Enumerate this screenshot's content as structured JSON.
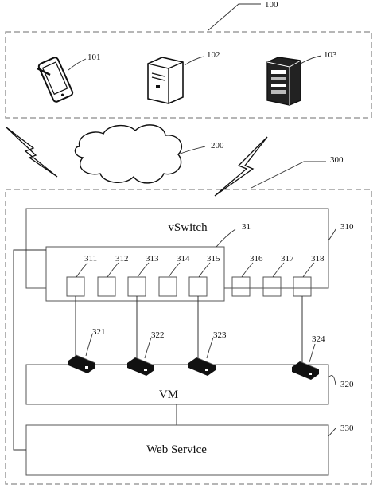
{
  "labels": {
    "ref_100": "100",
    "ref_101": "101",
    "ref_102": "102",
    "ref_103": "103",
    "ref_200": "200",
    "ref_300": "300",
    "ref_31": "31",
    "ref_310": "310",
    "ref_311": "311",
    "ref_312": "312",
    "ref_313": "313",
    "ref_314": "314",
    "ref_315": "315",
    "ref_316": "316",
    "ref_317": "317",
    "ref_318": "318",
    "ref_320": "320",
    "ref_321": "321",
    "ref_322": "322",
    "ref_323": "323",
    "ref_324": "324",
    "ref_330": "330",
    "vswitch": "vSwitch",
    "vm": "VM",
    "web_service": "Web Service"
  },
  "icons": {
    "device_101": "tablet-icon",
    "device_102": "server-icon",
    "device_103": "server-rack-icon",
    "network_200": "cloud-icon",
    "links": "lightning-link-icon",
    "vnic": "virtual-nic-icon"
  }
}
